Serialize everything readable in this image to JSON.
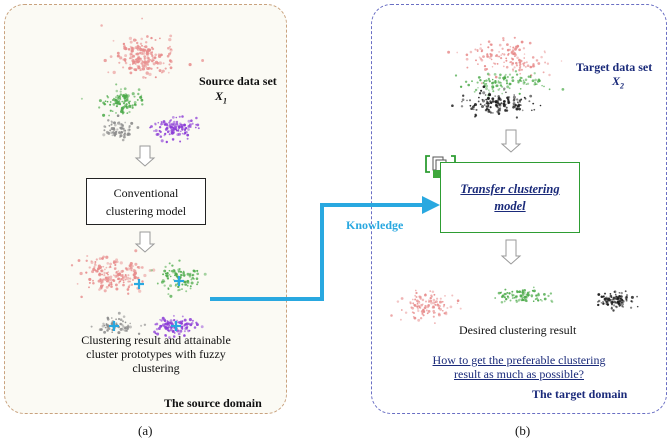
{
  "panel_a": {
    "source_label": "Source data set",
    "source_var": "X",
    "source_sub": "1",
    "model_line1": "Conventional",
    "model_line2": "clustering model",
    "result_line1": "Clustering result and attainable",
    "result_line2": "cluster prototypes with fuzzy",
    "result_line3": "clustering",
    "domain_label": "The source domain",
    "caption": "(a)"
  },
  "knowledge_label": "Knowledge",
  "panel_b": {
    "target_label": "Target data set",
    "target_var": "X",
    "target_sub": "2",
    "model_line1": "Transfer clustering",
    "model_line2": "model",
    "desired_label": "Desired clustering result",
    "question_line1": "How to get the preferable clustering",
    "question_line2": "result as much as possible?",
    "domain_label": "The target domain",
    "caption": "(b)"
  },
  "colors": {
    "red": "#e78a8a",
    "green": "#4caa4a",
    "purple": "#8a3ad6",
    "gray": "#8a8a8a",
    "black": "#1a1a1a",
    "cyan": "#29a8e0",
    "navy": "#1a2a7a"
  }
}
